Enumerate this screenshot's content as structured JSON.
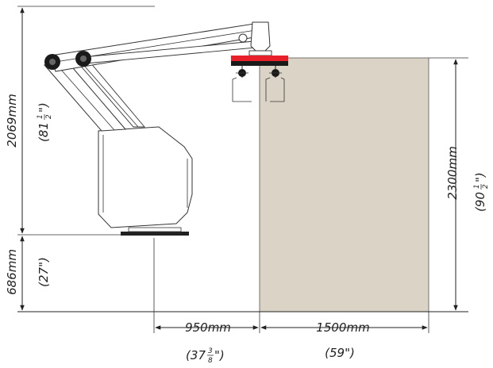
{
  "colors": {
    "pallet_fill": "#dbd4c6",
    "gripper_bar": "#e8202a",
    "line": "#222222"
  },
  "dimensions": {
    "reach_height": {
      "mm": "2069mm",
      "inch_whole": "(81",
      "inch_num": "1",
      "inch_den": "2",
      "inch_close": "\")"
    },
    "base_height": {
      "mm": "686mm",
      "inch": "(27\")"
    },
    "stack_height": {
      "mm": "2300mm",
      "inch_whole": "(90",
      "inch_num": "1",
      "inch_den": "2",
      "inch_close": "\")"
    },
    "offset_width": {
      "mm": "950mm",
      "inch_whole": "(37",
      "inch_num": "3",
      "inch_den": "8",
      "inch_close": "\")"
    },
    "pallet_width": {
      "mm": "1500mm",
      "inch": "(59\")"
    }
  }
}
